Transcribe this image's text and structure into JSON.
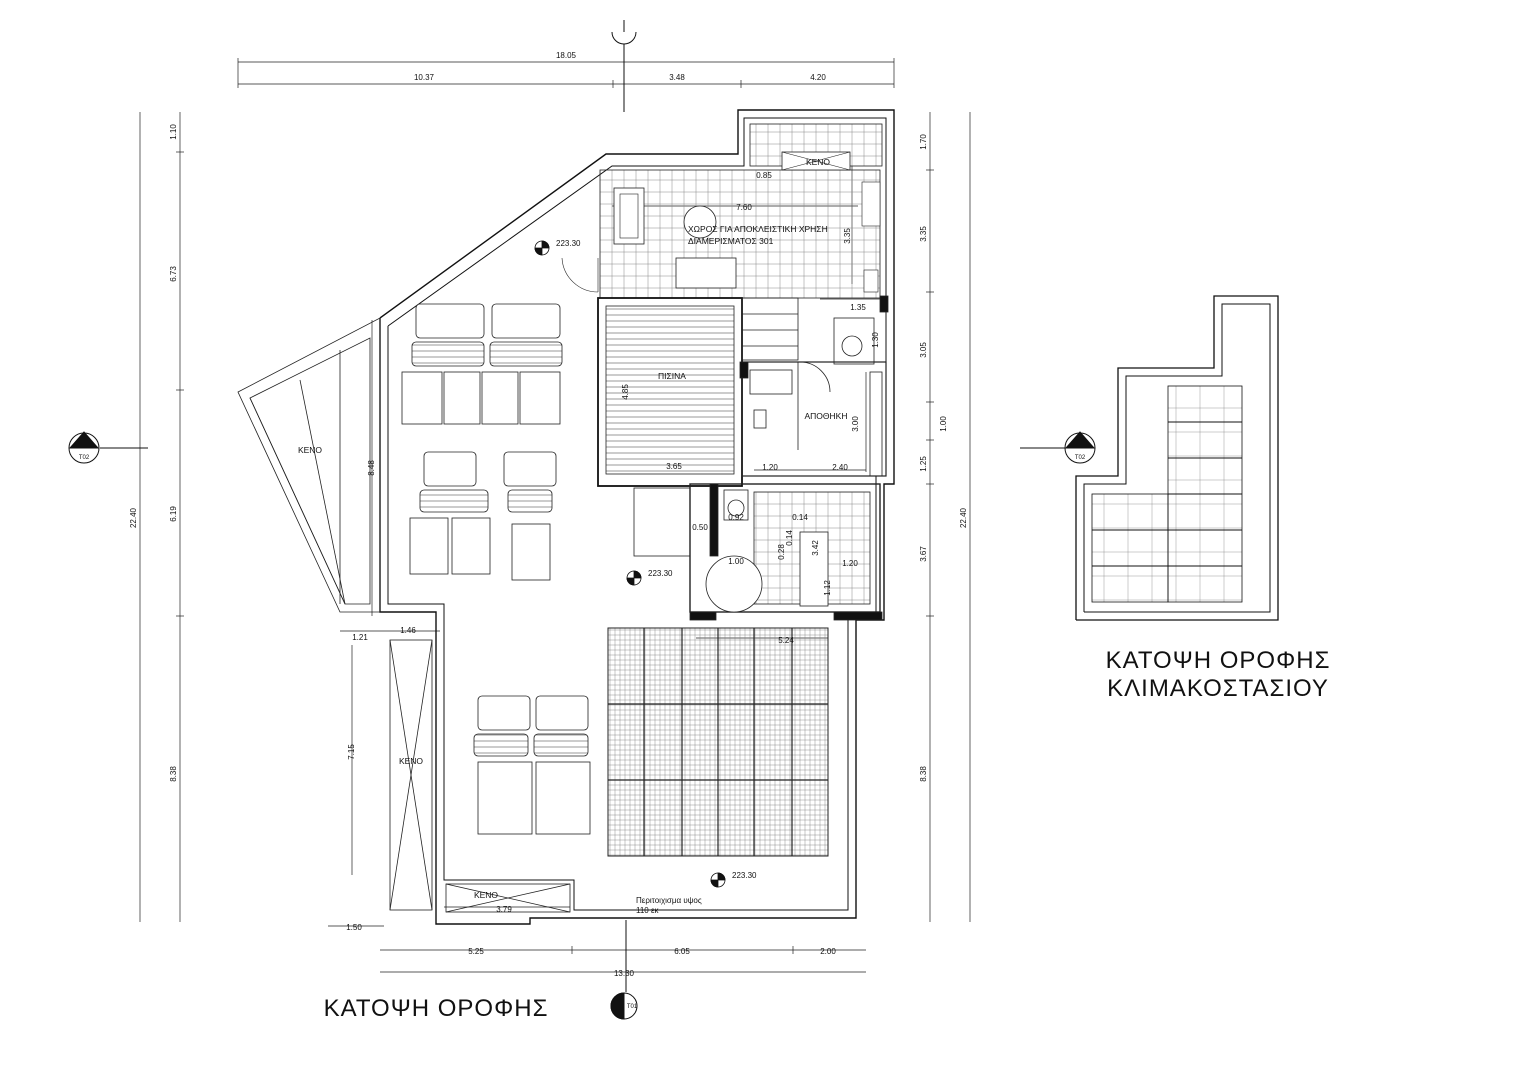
{
  "plan": {
    "title": "ΚΑΤΟΨΗ ΟΡΟΦΗΣ",
    "stair_roof_title_line1": "ΚΑΤΟΨΗ ΟΡΟΦΗΣ",
    "stair_roof_title_line2": "ΚΛΙΜΑΚΟΣΤΑΣΙΟΥ",
    "rooms": {
      "exclusive_area_line1": "ΧΩΡΟΣ ΓΙΑ ΑΠΟΚΛΕΙΣΤΙΚΗ ΧΡΗΣΗ",
      "exclusive_area_line2": "ΔΙΑΜΕΡΙΣΜΑΤΟΣ 301",
      "pool": "ΠΙΣΙΝΑ",
      "storage": "ΑΠΟΘΗΚΗ",
      "void_top": "ΚΕΝΟ",
      "void_left": "ΚΕΝΟ",
      "void_lower": "ΚΕΝΟ",
      "void_bottom": "ΚΕΝΟ"
    },
    "levels": [
      "223.30",
      "223.30",
      "223.30"
    ],
    "parapet_line1": "Περιτοιχισμα υψος",
    "parapet_line2": "110 εκ",
    "section_markers": {
      "left": "T02",
      "right": "T02",
      "bottom": "T01"
    },
    "dimensions": {
      "top_total": "18.05",
      "top_segments": [
        "10.37",
        "3.48",
        "4.20"
      ],
      "left_total": "22.40",
      "left_segments": [
        "1.10",
        "6.73",
        "6.19",
        "8.38"
      ],
      "right_total": "22.40",
      "right_segments": [
        "1.70",
        "3.35",
        "3.05",
        "1.00",
        "1.25",
        "3.67",
        "8.38"
      ],
      "bottom_segments": [
        "5.25",
        "6.05",
        "2.00"
      ],
      "bottom_total": "13.30",
      "bottom_left": "1.50",
      "internal": {
        "d_085": "0.85",
        "d_760": "7.60",
        "d_335": "3.35",
        "d_135": "1.35",
        "d_130": "1.30",
        "d_485": "4.85",
        "d_365": "3.65",
        "d_300": "3.00",
        "d_120a": "1.20",
        "d_240": "2.40",
        "d_848": "8.48",
        "d_050": "0.50",
        "d_092": "0.92",
        "d_014a": "0.14",
        "d_014b": "0.14",
        "d_028": "0.28",
        "d_342": "3.42",
        "d_100": "1.00",
        "d_120b": "1.20",
        "d_112": "1.12",
        "d_121": "1.21",
        "d_146": "1.46",
        "d_715": "7.15",
        "d_524": "5.24",
        "d_379": "3.79"
      }
    }
  }
}
